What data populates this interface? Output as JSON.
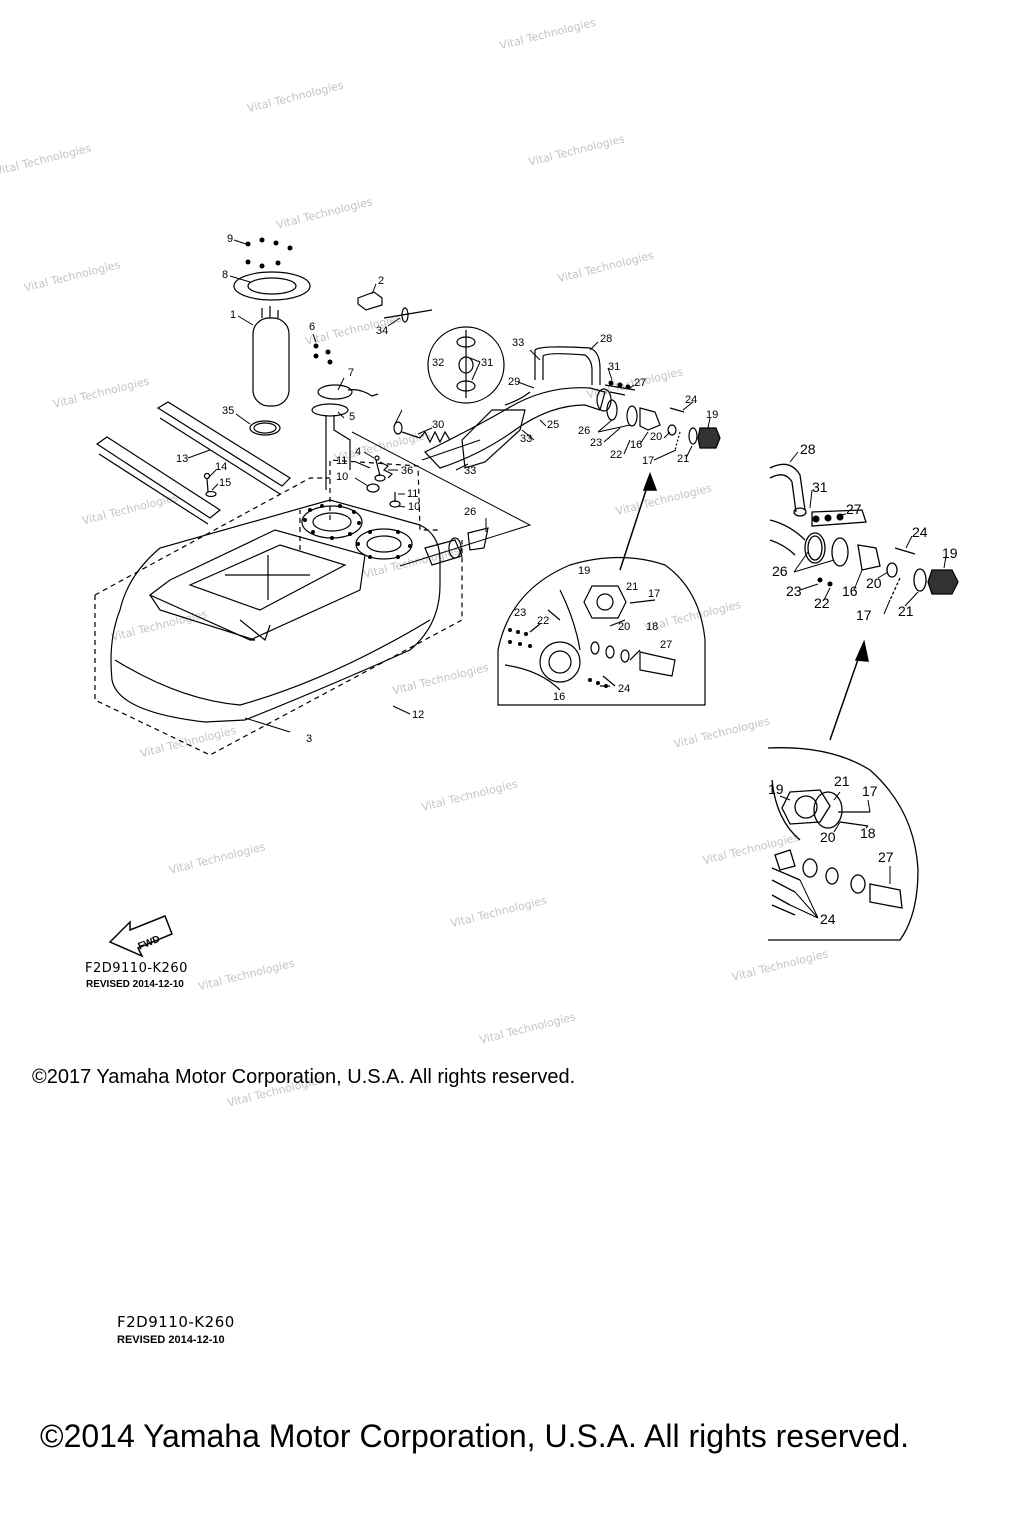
{
  "watermark_text": "Vital Technologies",
  "fwd_label": "FWD",
  "drawing_code": "F2D9110-K260",
  "revised": "REVISED 2014-12-10",
  "copyright_top": "©2017 Yamaha Motor Corporation, U.S.A. All rights reserved.",
  "copyright_bottom": "©2014 Yamaha Motor Corporation, U.S.A. All rights reserved.",
  "callouts_main": [
    "9",
    "8",
    "2",
    "34",
    "1",
    "6",
    "7",
    "35",
    "5",
    "13",
    "14",
    "15",
    "4",
    "11",
    "10",
    "36",
    "11",
    "10",
    "3",
    "12",
    "32",
    "31",
    "33",
    "33",
    "28",
    "29",
    "31",
    "27",
    "30",
    "25",
    "24",
    "19",
    "26",
    "23",
    "22",
    "16",
    "20",
    "17",
    "21",
    "33",
    "26"
  ],
  "callouts_inset1": [
    "19",
    "21",
    "17",
    "20",
    "18",
    "23",
    "22",
    "27",
    "16",
    "24"
  ],
  "callouts_detail": [
    "28",
    "31",
    "27",
    "24",
    "19",
    "26",
    "23",
    "22",
    "16",
    "20",
    "21",
    "17",
    "19",
    "21",
    "17",
    "20",
    "18",
    "27",
    "24"
  ]
}
